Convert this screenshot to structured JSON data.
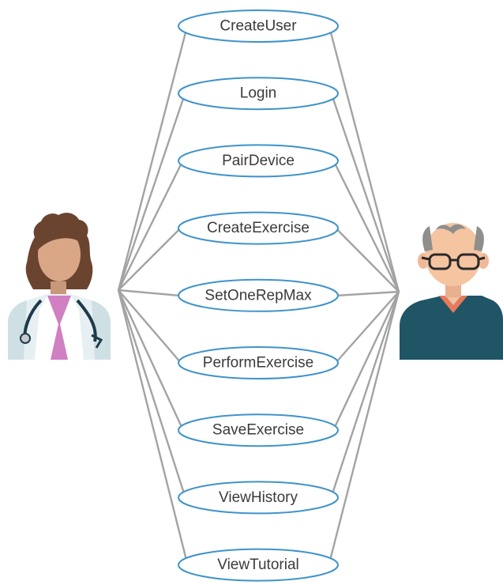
{
  "use_cases": [
    {
      "id": "create-user",
      "label": "CreateUser"
    },
    {
      "id": "login",
      "label": "Login"
    },
    {
      "id": "pair-device",
      "label": "PairDevice"
    },
    {
      "id": "create-exercise",
      "label": "CreateExercise"
    },
    {
      "id": "set-one-rep-max",
      "label": "SetOneRepMax"
    },
    {
      "id": "perform-exercise",
      "label": "PerformExercise"
    },
    {
      "id": "save-exercise",
      "label": "SaveExercise"
    },
    {
      "id": "view-history",
      "label": "ViewHistory"
    },
    {
      "id": "view-tutorial",
      "label": "ViewTutorial"
    }
  ],
  "actors": {
    "left": {
      "icon": "doctor-icon",
      "connects_to": [
        "create-user",
        "login",
        "pair-device",
        "create-exercise",
        "set-one-rep-max",
        "perform-exercise",
        "save-exercise",
        "view-history",
        "view-tutorial"
      ]
    },
    "right": {
      "icon": "elderly-patient-icon",
      "connects_to": [
        "create-user",
        "login",
        "pair-device",
        "create-exercise",
        "set-one-rep-max",
        "perform-exercise",
        "save-exercise",
        "view-history",
        "view-tutorial"
      ]
    }
  },
  "colors": {
    "ellipse_stroke": "#3f93c9",
    "connector": "#a3a3a3",
    "label_text": "#3b3b3b"
  }
}
